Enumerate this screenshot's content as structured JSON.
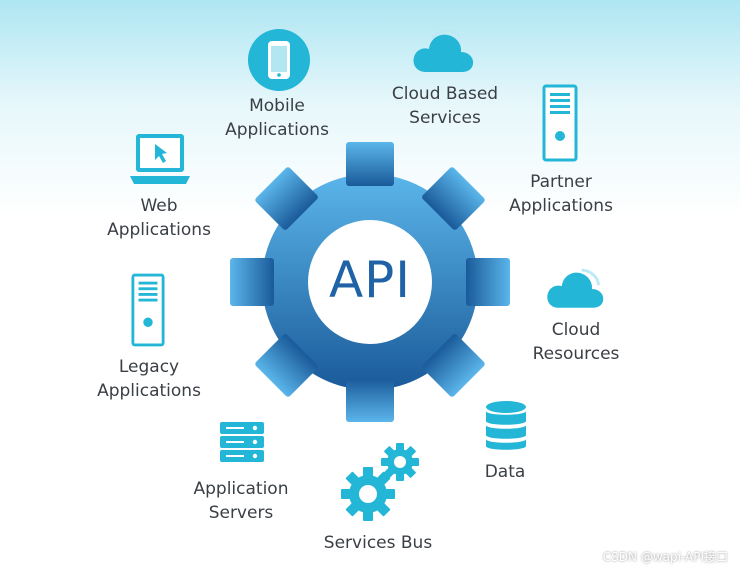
{
  "center": {
    "label": "API"
  },
  "nodes": {
    "mobile": {
      "line1": "Mobile",
      "line2": "Applications"
    },
    "cloud_services": {
      "line1": "Cloud Based",
      "line2": "Services"
    },
    "partner": {
      "line1": "Partner",
      "line2": "Applications"
    },
    "web": {
      "line1": "Web",
      "line2": "Applications"
    },
    "cloud_resources": {
      "line1": "Cloud",
      "line2": "Resources"
    },
    "legacy": {
      "line1": "Legacy",
      "line2": "Applications"
    },
    "data": {
      "line1": "Data"
    },
    "app_servers": {
      "line1": "Application",
      "line2": "Servers"
    },
    "services_bus": {
      "line1": "Services Bus"
    }
  },
  "watermark": "CSDN @wapi-API接口",
  "colors": {
    "primary": "#1f63a6",
    "accent": "#23b6d6",
    "gear_light": "#4aa3de",
    "gear_dark": "#1a5a9a"
  },
  "icons": {
    "mobile": "smartphone-icon",
    "cloud_services": "cloud-icon",
    "partner": "server-tower-icon",
    "web": "laptop-icon",
    "cloud_resources": "cloud-icon",
    "legacy": "server-tower-icon",
    "data": "database-icon",
    "app_servers": "server-rack-icon",
    "services_bus": "gears-icon"
  }
}
